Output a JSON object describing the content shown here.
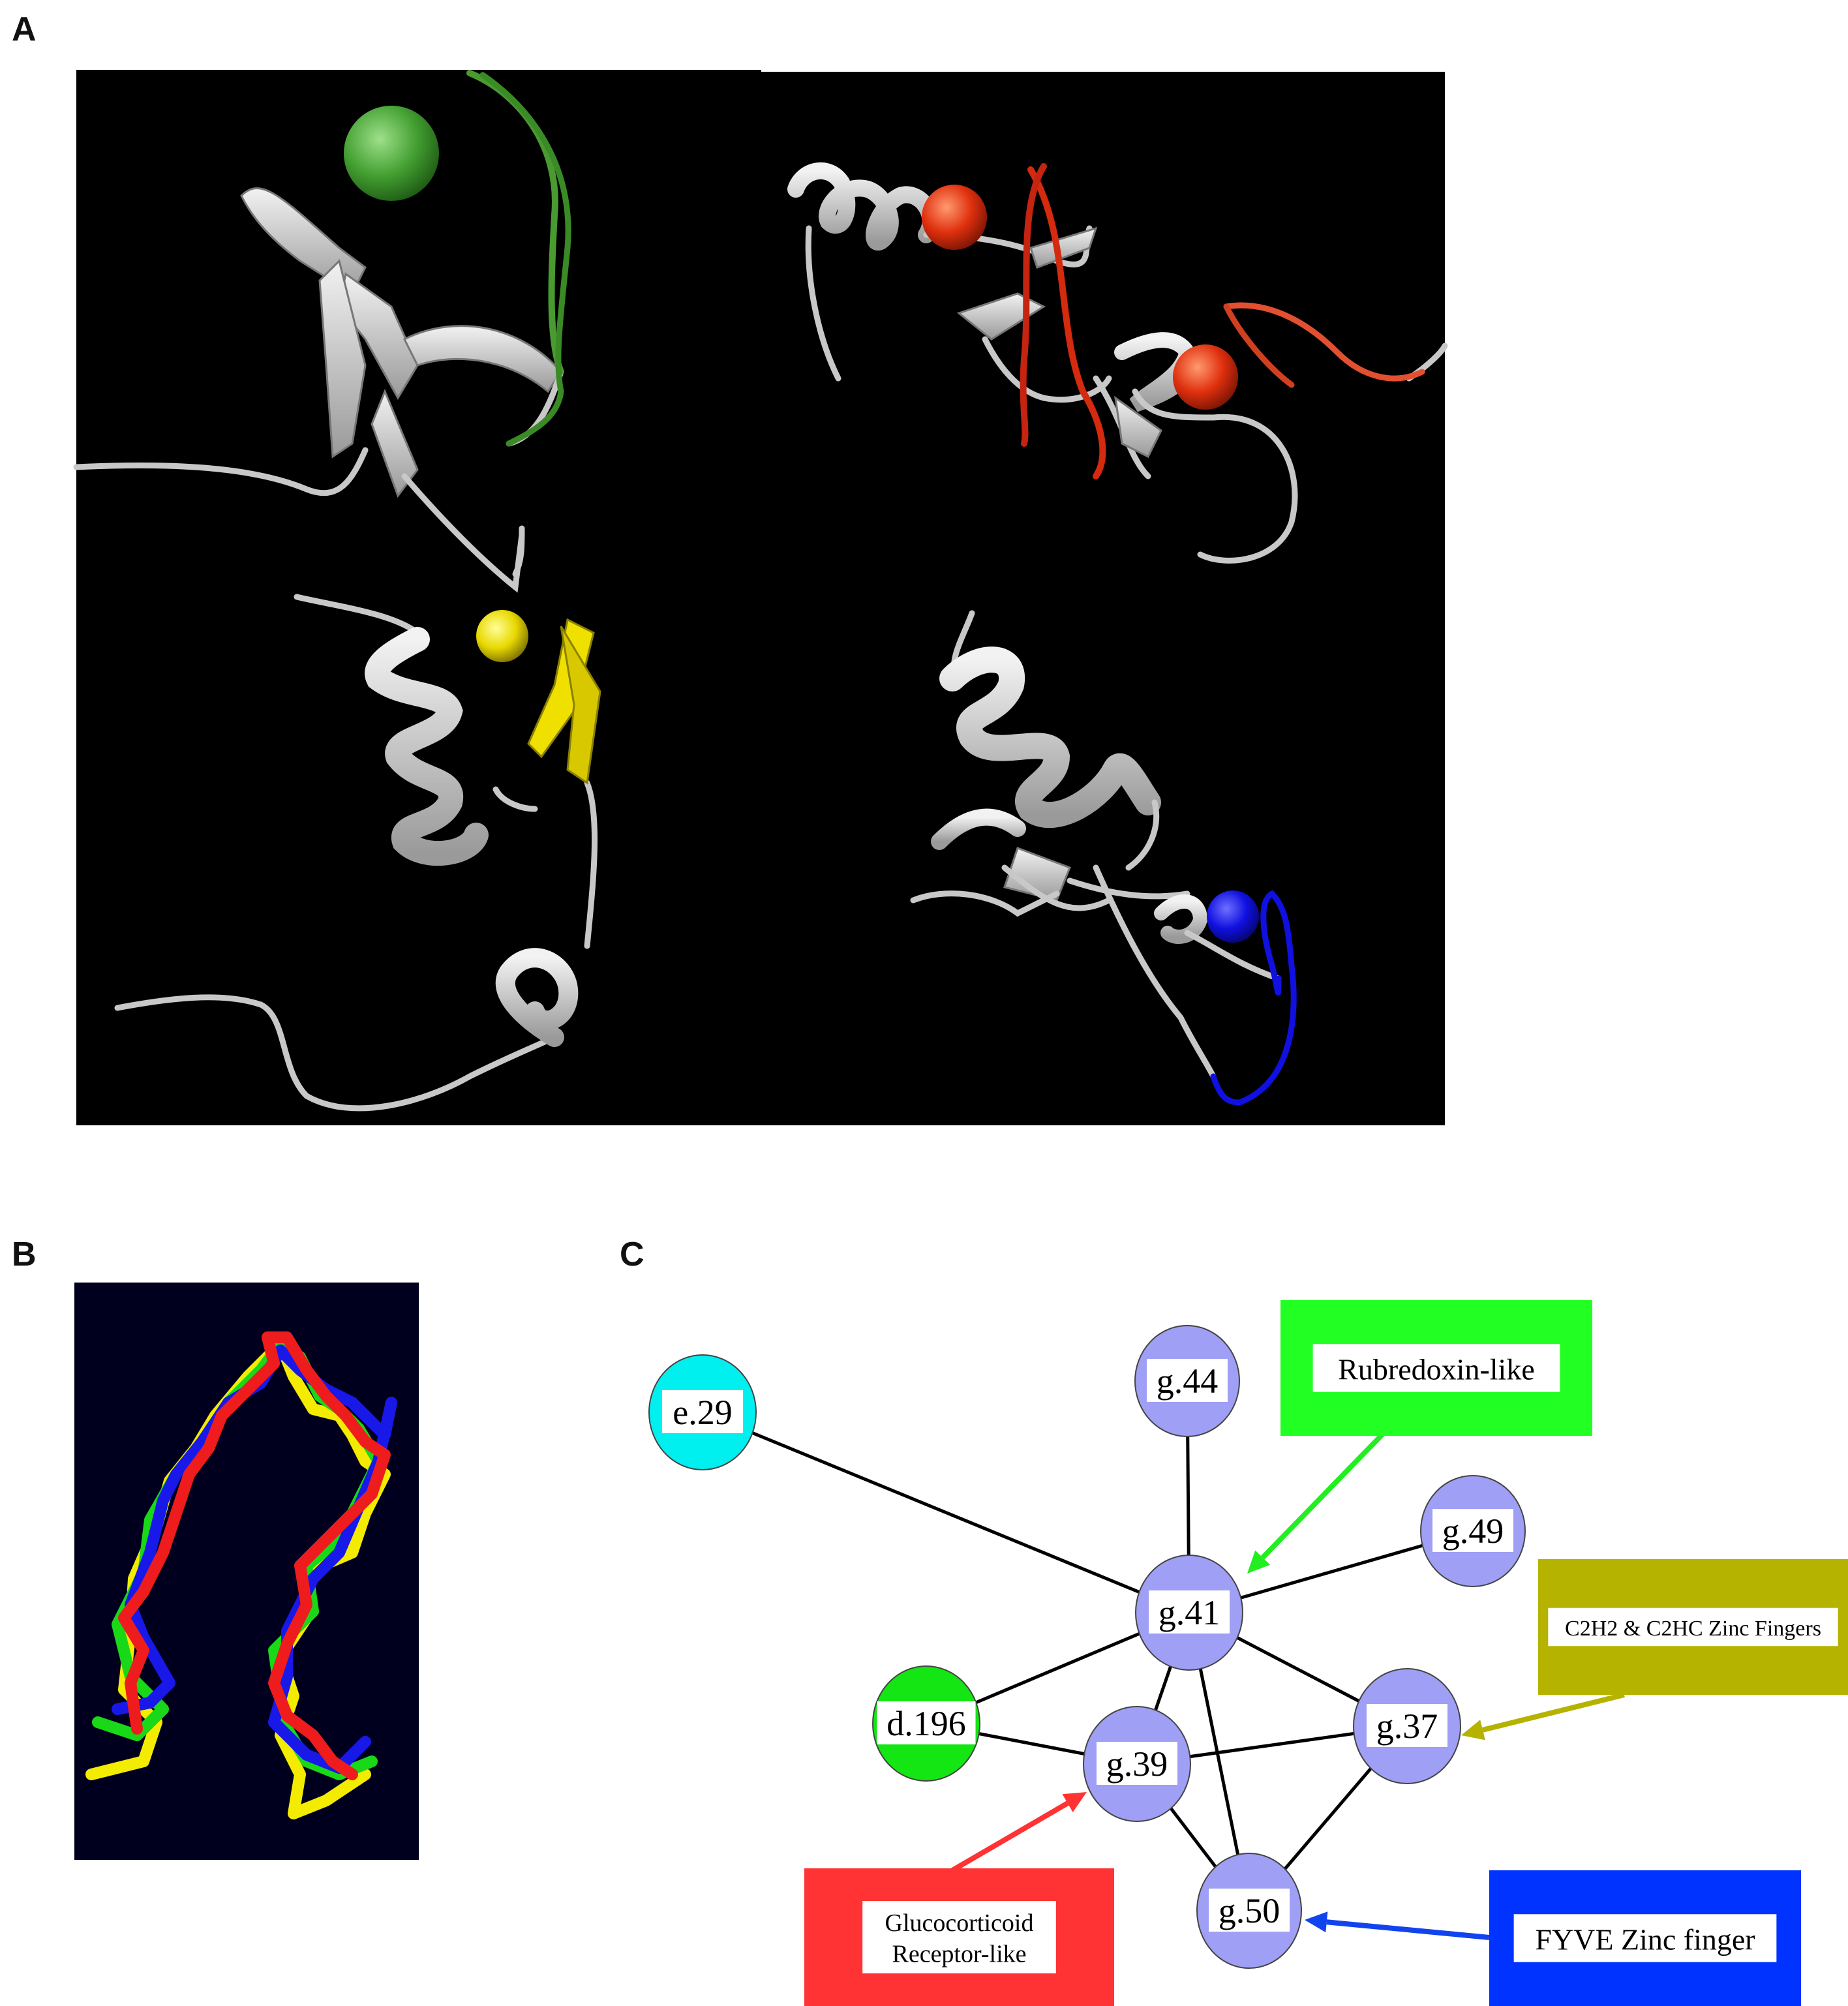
{
  "panels": {
    "a": "A",
    "b": "B",
    "c": "C"
  },
  "colors": {
    "background_black": "#000000",
    "panel_b_background": "#00001e",
    "ribbon": "#d4d4d4",
    "green": "#3a9a2a",
    "red": "#d42a10",
    "yellow": "#f0e000",
    "blue": "#1010e0",
    "node_lavender": "#9f9ff5",
    "node_cyan": "#00f0f0",
    "node_green": "#14e614",
    "box_green": "#22ff22",
    "box_olive": "#b5b300",
    "box_red": "#ff3333",
    "box_blue": "#0033ff"
  },
  "network": {
    "nodes": [
      {
        "id": "e29",
        "label": "e.29",
        "color": "#00f0f0"
      },
      {
        "id": "g44",
        "label": "g.44",
        "color": "#9f9ff5"
      },
      {
        "id": "g49",
        "label": "g.49",
        "color": "#9f9ff5"
      },
      {
        "id": "g41",
        "label": "g.41",
        "color": "#9f9ff5"
      },
      {
        "id": "d196",
        "label": "d.196",
        "color": "#14e614"
      },
      {
        "id": "g39",
        "label": "g.39",
        "color": "#9f9ff5"
      },
      {
        "id": "g37",
        "label": "g.37",
        "color": "#9f9ff5"
      },
      {
        "id": "g50",
        "label": "g.50",
        "color": "#9f9ff5"
      }
    ],
    "edges": [
      [
        "e29",
        "g41"
      ],
      [
        "g44",
        "g41"
      ],
      [
        "g49",
        "g41"
      ],
      [
        "d196",
        "g41"
      ],
      [
        "g41",
        "g39"
      ],
      [
        "g41",
        "g37"
      ],
      [
        "g41",
        "g50"
      ],
      [
        "d196",
        "g39"
      ],
      [
        "g39",
        "g37"
      ],
      [
        "g39",
        "g50"
      ],
      [
        "g37",
        "g50"
      ]
    ],
    "annotations": [
      {
        "id": "rubredoxin",
        "lines": [
          "Rubredoxin-like"
        ],
        "color": "#22ff22",
        "arrow_color": "#22ee22",
        "target": "g41"
      },
      {
        "id": "c2h2",
        "lines": [
          "C2H2 & C2HC Zinc Fingers"
        ],
        "color": "#b5b300",
        "arrow_color": "#b5b300",
        "target": "g37"
      },
      {
        "id": "glucocorticoid",
        "lines": [
          "Glucocorticoid",
          "Receptor-like"
        ],
        "color": "#ff3333",
        "arrow_color": "#ff3333",
        "target": "g39"
      },
      {
        "id": "fyve",
        "lines": [
          "FYVE Zinc finger"
        ],
        "color": "#0033ff",
        "arrow_color": "#1144ee",
        "target": "g50"
      }
    ]
  }
}
